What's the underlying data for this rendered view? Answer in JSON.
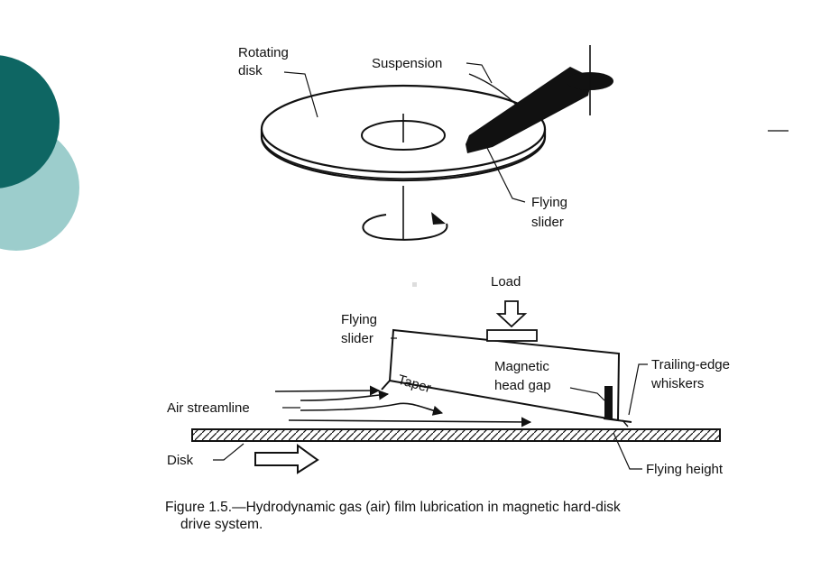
{
  "diagram": {
    "labels": {
      "rotating_disk_1": "Rotating",
      "rotating_disk_2": "disk",
      "suspension": "Suspension",
      "flying_slider_top_1": "Flying",
      "flying_slider_top_2": "slider",
      "load": "Load",
      "flying_slider_1": "Flying",
      "flying_slider_2": "slider",
      "taper": "Taper",
      "magnetic_head_gap_1": "Magnetic",
      "magnetic_head_gap_2": "head gap",
      "trailing_edge_1": "Trailing-edge",
      "trailing_edge_2": "whiskers",
      "air_streamline": "Air streamline",
      "disk": "Disk",
      "flying_height": "Flying height"
    },
    "caption_line1": "Figure 1.5.—Hydrodynamic gas (air) film lubrication in magnetic hard-disk",
    "caption_line2": "drive system."
  },
  "colors": {
    "dark_teal": "#0e6663",
    "light_teal": "#9ccdcc",
    "ink": "#111111"
  }
}
